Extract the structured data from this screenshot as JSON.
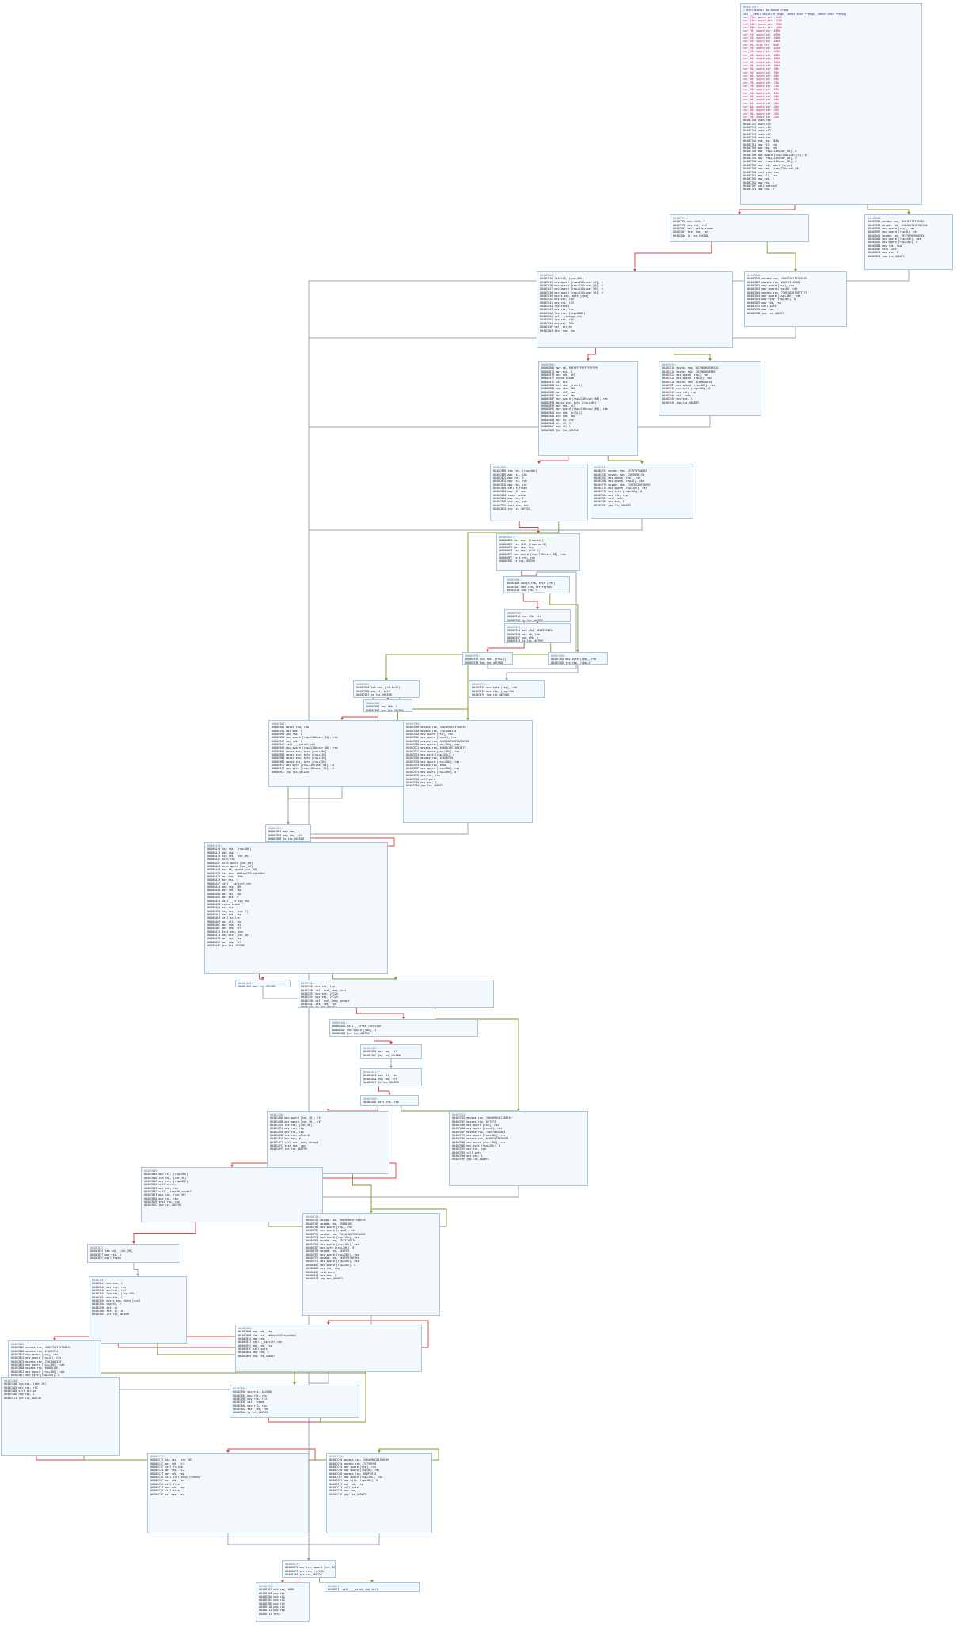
{
  "colors": {
    "true_edge": "#7a9a2a",
    "false_edge": "#d94040",
    "uncond_edge": "#9aa0b0",
    "block_bg": "#f3f8fc",
    "block_border": "#a9c6dd"
  },
  "nodes": [
    {
      "id": "n1",
      "lines": [
        "0040C7A0:",
        "; Attributes: bp-based frame",
        "int __cdecl main(int argc, const char **argv, const char **envp)",
        "var_118= qword ptr -118h",
        "var_110= qword ptr -110h",
        "var_108= qword ptr -108h",
        "var_100= qword ptr -100h",
        "var_F8= qword ptr -0F8h",
        "var_F0= qword ptr -0F0h",
        "var_E8= qword ptr -0E8h",
        "var_E0= qword ptr -0E0h",
        "var_D8= byte ptr -0D8h",
        "var_C8= qword ptr -0C8h",
        "var_C0= qword ptr -0C0h",
        "var_B8= qword ptr -0B8h",
        "var_B0= qword ptr -0B0h",
        "var_A8= qword ptr -0A8h",
        "var_A0= qword ptr -0A0h",
        "var_98= qword ptr -98h",
        "var_90= qword ptr -90h",
        "var_88= qword ptr -88h",
        "var_80= qword ptr -80h",
        "var_78= qword ptr -78h",
        "var_70= qword ptr -70h",
        "var_68= qword ptr -68h",
        "var_60= qword ptr -60h",
        "var_58= qword ptr -58h",
        "var_50= qword ptr -50h",
        "var_48= qword ptr -48h",
        "var_40= qword ptr -40h",
        "var_38= qword ptr -38h",
        "var_30= qword ptr -30h",
        "var_28= qword ptr -28h",
        "0040C7A0   push    rbp",
        "0040C7A1   push    r15",
        "0040C7A3   push    r14",
        "0040C7A5   push    r13",
        "0040C7A7   push    r12",
        "0040C7A9   push    rbx",
        "0040C7AA   sub     rsp, 0E8h",
        "0040C7B1   mov     r13, rdx",
        "0040C7B4   mov     ebp, edi",
        "0040C7B6   mov     [rsp+118h+var_D8], 0",
        "0040C7BB   mov     qword [rsp+118h+var_C0], 0",
        "0040C7C4   mov     [rsp+118h+var_B8], 0",
        "0040C7CD   mov     [rsp+118h+var_B0], 0",
        "0040C7D6   mov     rsi, qword [argv]",
        "0040C7DB   mov     eax, [rsp+118h+var_C8]",
        "0040C7E0   test    eax, eax",
        "0040C7E2   mov     r12, rsi",
        "0040C7E5   mov     edi, 1",
        "0040C7EA   mov     esi, 1",
        "0040C7EF   call    setvbuf",
        "0040C7F4   mov     edi, 0"
      ]
    },
    {
      "id": "n2",
      "lines": [
        "0040C7F9:",
        "0040C7F9   mov     r14d, 1",
        "0040C7FF   mov     rdi, r12",
        "0040C802   call    getUsername",
        "0040C807   test    rax, rax",
        "0040C80A   jz      loc_40CD86"
      ]
    },
    {
      "id": "n3",
      "lines": [
        "0040CD86:",
        "0040CD86   movabs  rax, 6567617373654D",
        "0040CD90   movabs  rdx, 5464657070707264",
        "0040CD9A   mov     qword [rsp], rax",
        "0040CD9E   mov     qword [rsp+8], rdx",
        "0040CDA3   movabs  rax, 6E776F6E6B6E55",
        "0040CDAD   mov     qword [rsp+10h], rax",
        "0040CDB2   mov     qword [rsp+18h], 0",
        "0040CDBB   mov     rdi, rsp",
        "0040CDBE   call    puts",
        "0040CDC3   mov     eax, 1",
        "0040CDC8   jmp     loc_40D6F2"
      ]
    },
    {
      "id": "n4",
      "lines": [
        "0040C810:",
        "0040C810   lea     r15, [rsp+40h]",
        "0040C815   mov     qword [rsp+118h+var_A8], 0",
        "0040C81E   mov     qword [rsp+118h+var_A0], 0",
        "0040C827   mov     qword [rsp+118h+var_98], 0",
        "0040C830   mov     qword [rsp+118h+var_90], 0",
        "0040C839   movzx   eax, byte [rax]",
        "0040C83C   mov     ecx, 10h",
        "0040C841   mov     rdi, r15",
        "0040C844   rep stosq",
        "0040C847   mov     rsi, rax",
        "0040C84A   lea     rdx, [rsp+0B8h]",
        "0040C852   call    __memcpy_chk",
        "0040C857   lea     rdi, r15",
        "0040C85A   mov     esi, 3Ah",
        "0040C85F   call    strchr",
        "0040C864   test    rax, rax"
      ]
    },
    {
      "id": "n5",
      "lines": [
        "0040CDCD:",
        "0040CDCD   movabs  rax, 2065726175716553",
        "0040CDD7   movabs  rdx, 6E6F69746365",
        "0040CDE1   mov     qword [rsp], rax",
        "0040CDE5   mov     qword [rsp+8], rdx",
        "0040CDEA   movabs  rax, 726F6620726F7272",
        "0040CDF4   mov     qword [rsp+10h], rax",
        "0040CDF9   mov     byte [rsp+18h], 0",
        "0040CDFE   mov     rdi, rsp",
        "0040CE01   call    puts",
        "0040CE06   mov     eax, 1",
        "0040CE0B   jmp     loc_40D6F2"
      ]
    },
    {
      "id": "n6",
      "lines": [
        "0040C86D:",
        "0040C86D   mov     r8, 0FFFFFFFFFFFFFFFFh",
        "0040C874   mov     ecx, 0",
        "0040C879   mov     rdi, r15",
        "0040C87C   repne scasb",
        "0040C87E   not     rcx",
        "0040C881   lea     rbx, [rcx-1]",
        "0040C885   cmp     rbx, 10h",
        "0040C889   mov     r15, rax",
        "0040C88C   mov     rsi, rbx",
        "0040C88F   mov     qword [rsp+118h+var_88], rax",
        "0040C894   movzx   eax, byte [rsp+40h]",
        "0040C899   mov     rdi, r15",
        "0040C89C   mov     qword [rsp+118h+var_80], rbx",
        "0040C8A1   lea     rdx, [r15+1]",
        "0040C8A5   sub     rdx, rax",
        "0040C8A8   mov     r9, rdx",
        "0040C8AB   shr     r9, 3",
        "0040C8AF   add     r9, 1",
        "0040C8B3   jbe     loc_40CE10"
      ]
    },
    {
      "id": "n7",
      "lines": [
        "0040CE10:",
        "0040CE10   movabs  rax, 6574656C65642D",
        "0040CE1A   movabs  rdx, 2D73656C6966",
        "0040CE24   mov     qword [rsp], rax",
        "0040CE28   mov     qword [rsp+8], rdx",
        "0040CE2D   movabs  rax, 6C69616620",
        "0040CE37   mov     qword [rsp+10h], rax",
        "0040CE3C   mov     byte [rsp+18h], 0",
        "0040CE41   mov     rdi, rsp",
        "0040CE44   call    puts",
        "0040CE49   mov     eax, 1",
        "0040CE4E   jmp     loc_40D6F2"
      ]
    },
    {
      "id": "n8",
      "lines": [
        "0040C8B9:",
        "0040C8B9   lea     rdx, [rsp+40h]",
        "0040C8BE   mov     rsi, 10h",
        "0040C8C5   mov     edi, 1",
        "0040C8CA   mov     rcx, rdx",
        "0040C8CD   mov     rbp, rsi",
        "0040C8D0   call    strncmp",
        "0040C8D5   mov     r8, rax",
        "0040C8D8   repne scasb",
        "0040C8DA   mov     edx, 1",
        "0040C8DF   sub     rax, rdx",
        "0040C8E2   test    eax, eax",
        "0040C8E4   jnz     loc_40CE53"
      ]
    },
    {
      "id": "n9",
      "lines": [
        "0040CE53:",
        "0040CE53   movabs  rax, 2E7974706D45",
        "0040CE5D   movabs  rdx, 7365676174",
        "0040CE67   mov     qword [rsp], rax",
        "0040CE6B   mov     qword [rsp+8], rdx",
        "0040CE70   movabs  rax, 726F6620676E69",
        "0040CE7A   mov     qword [rsp+10h], rax",
        "0040CE7F   mov     byte [rsp+18h], 0",
        "0040CE84   mov     rdi, rsp",
        "0040CE87   call    puts",
        "0040CE8C   mov     eax, 1",
        "0040CE91   jmp     loc_40D6F2"
      ]
    },
    {
      "id": "n10",
      "lines": [
        "0040C8EA:",
        "0040C8EA   mov     eax, [rsp+44h]",
        "0040C8EE   lea     r10, [rbp+rax-1]",
        "0040C8F3   mov     rbp, rsi",
        "0040C8F6   lea     rax, [r10-1]",
        "0040C8FA   mov     qword [rsp+118h+var_78], rax",
        "0040C8FF   test    rdx, rdx",
        "0040C902   jz      loc_40C994"
      ]
    },
    {
      "id": "n11",
      "lines": [
        "0040C908:",
        "0040C908   movzx   r9d, byte [rdx]",
        "0040C90C   add     r9d, 0FFFFFFD0h",
        "0040C910   cmp     r9b, 9",
        "0040C914   jbe     loc_40C96A"
      ]
    },
    {
      "id": "n12",
      "lines": [
        "0040C91A:",
        "0040C91A   cmp     r9b, 11h",
        "0040C91E   jb      loc_40C959"
      ]
    },
    {
      "id": "n13",
      "lines": [
        "0040C924:",
        "0040C924   add     r9d, 0FFFFFFBFh",
        "0040C928   mov     r8, 10h",
        "0040C92F   cmp     r9b, 5",
        "0040C933   ja      loc_40C959"
      ]
    },
    {
      "id": "n14",
      "lines": [
        "0040C939:",
        "0040C939   lea     rdx, [rdx+1]",
        "0040C93D   jmp     loc_40C908"
      ]
    },
    {
      "id": "n15",
      "lines": [
        "0040C96A:",
        "0040C96A   mov     byte [rbp], r9b",
        "0040C96E   lea     rbp, [rbp+1]"
      ]
    },
    {
      "id": "n16",
      "lines": [
        "0040C959:",
        "0040C959   lea     eax, [r9-0x30]",
        "0040C95D   cmp     al, 0x16",
        "0040C961   ja      loc_40CE96"
      ]
    },
    {
      "id": "n17",
      "lines": [
        "0040C975:",
        "0040C975   mov     byte [rbp], r9b",
        "0040C979   mov     rbp, [rsp+20h]",
        "0040C97E   jmp     loc_40C908"
      ]
    },
    {
      "id": "n18",
      "lines": [
        "0040C983:",
        "0040C983   cmp     r8b, 1",
        "0040C987   jne     loc_40C994"
      ]
    },
    {
      "id": "n19",
      "lines": [
        "0040C98D:",
        "0040C98D   movzx   r8d, r8b",
        "0040C991   mov     edx, 1",
        "0040C996   add     rax, 1",
        "0040C99A   mov     qword [rsp+118h+var_70], rax",
        "0040C99F   mov     rdi, 1",
        "0040C9A4   call    __sprintf_chk",
        "0040C9A9   mov     qword [rsp+118h+var_68], rax",
        "0040C9AE   movzx   eax, byte [rsp+40h]",
        "0040C9B3   movzx   ecx, byte [rsp+41h]",
        "0040C9B8   movzx   edx, byte [rsp+42h]",
        "0040C9BD   movzx   esi, byte [rsp+43h]",
        "0040C9C2   mov     byte [rsp+118h+var_60], al",
        "0040C9C7   mov     byte [rsp+118h+var_58], cl",
        "0040C9CC   jmp     loc_40CA10"
      ]
    },
    {
      "id": "n20",
      "lines": [
        "0040CE96:",
        "0040CE96   movabs  rax, 2064696C61766E49",
        "0040CEA0   movabs  rdx, 7261686320",
        "0040CEAA   mov     qword [rsp], rax",
        "0040CEAE   mov     qword [rsp+8], rdx",
        "0040CEB3   movabs  rax, 6E6920726574636120",
        "0040CEBD   mov     qword [rsp+10h], rax",
        "0040CEC2   movabs  rax, 656D616E72657375",
        "0040CECC   mov     qword [rsp+18h], rax",
        "0040CED1   mov     byte [rsp+20h], 0",
        "0040CED6   movabs  rax, 6C6C6F43",
        "0040CEE0   mov     qword [rsp+28h], rax",
        "0040CEE5   movabs  rax, 656D",
        "0040CEEF   mov     qword [rsp+30h], rax",
        "0040CEF4   mov     qword [rsp+38h], 0",
        "0040CEFD   mov     rdi, rsp",
        "0040CF00   call    puts",
        "0040CF05   mov     eax, 1",
        "0040CF0A   jmp     loc_40D6F2"
      ]
    },
    {
      "id": "n21",
      "lines": [
        "0040C9D1:",
        "0040C9D1   add     rbx, 1",
        "0040C9D5   cmp     rbx, r10",
        "0040C9D8   jb      loc_40C908"
      ]
    },
    {
      "id": "n22",
      "lines": [
        "0040CA10:",
        "0040CA10   lea     rdi, [rsp+40h]",
        "0040CA15   add     rbp, 1",
        "0040CA19   lea     rsi, [var_68]",
        "0040CA1E   push    rdx",
        "0040CA1F   push    qword [var_60]",
        "0040CA24   push    qword [var_58]",
        "0040CA29   mov     r9, qword [var_70]",
        "0040CA2E   lea     rcx, aHttpsSVSLoginHtml",
        "0040CA35   mov     edx, 100h",
        "0040CA3A   mov     esi, 1",
        "0040CA3F   call    __sprintf_chk",
        "0040CA44   add     rsp, 20h",
        "0040CA48   mov     rdi, rbp",
        "0040CA4B   mov     rsi, rax",
        "0040CA4E   mov     ecx, 0",
        "0040CA53   call    __strcpy_chk",
        "0040CA58   repne scasb",
        "0040CA5A   not     rcx",
        "0040CA5D   lea     rsi, [rcx-1]",
        "0040CA61   mov     rdi, rbp",
        "0040CA64   call    strlen",
        "0040CA69   mov     r12, rax",
        "0040CA6C   mov     rdx, rsi",
        "0040CA6F   mov     rax, r15",
        "0040CA72   test    eax, eax",
        "0040CA74   mov     ecx, [var_40]",
        "0040CA79   mov     rax, rbp",
        "0040CA7C   mov     rbp, r13",
        "0040CA7F   jne     loc_40CF0F"
      ]
    },
    {
      "id": "n23",
      "lines": [
        "0040CA85:",
        "0040CA85   jmp     loc_40CA80"
      ]
    },
    {
      "id": "n24",
      "lines": [
        "0040CA8A:",
        "0040CA8A   mov     rdi, rbp",
        "0040CA8D   call    curl_easy_init",
        "0040CA92   mov     edx, 2712h",
        "0040CA97   mov     esi, 2712h",
        "0040CA9C   call    curl_easy_setopt",
        "0040CAA1   test    rax, rax",
        "0040CAA4   jz      loc_40CF52"
      ]
    },
    {
      "id": "n25",
      "lines": [
        "0040CAAA:",
        "0040CAAA   call    __errno_location",
        "0040CAAF   cmp     dword [rax], 1",
        "0040CAB3   jne     loc_40CF52"
      ]
    },
    {
      "id": "n26",
      "lines": [
        "0040CAB9:",
        "0040CAB9   mov     rax, r14",
        "0040CABC   jmp     loc_40CAB0"
      ]
    },
    {
      "id": "n27",
      "lines": [
        "0040CAC1:",
        "0040CAC1   add     r15, rbx",
        "0040CAC4   cmp     rax, r15",
        "0040CAC7   jb      loc_40CB30"
      ]
    },
    {
      "id": "n28",
      "lines": [
        "0040CACD:",
        "0040CACD   test    rdx, rdx",
        "0040CAD0   js      loc_40CF95"
      ]
    },
    {
      "id": "n29",
      "lines": [
        "0040CAD6:",
        "0040CAD6   mov     qword [var_48], r14",
        "0040CADB   mov     qword [var_40], r15",
        "0040CAE0   lea     rdx, [var_50]",
        "0040CAE5   mov     rsi, rbp",
        "0040CAE8   mov     rdi, rbx",
        "0040CAEB   lea     rcx, aFieldS",
        "0040CAF2   mov     edx, 0",
        "0040CAF7   call    curl_easy_setopt",
        "0040CAFC   test    rax, rax",
        "0040CAFF   jne     loc_40CF95"
      ]
    },
    {
      "id": "n30",
      "lines": [
        "0040CF52:",
        "0040CF52   movabs  rax, 2064696C61766E49",
        "0040CF5C   movabs  rdx, 6E7572",
        "0040CF66   mov     qword [rsp], rax",
        "0040CF6A   mov     qword [rsp+8], rdx",
        "0040CF6F   movabs  rax, 746978652064",
        "0040CF79   mov     qword [rsp+10h], rax",
        "0040CF7E   movabs  rax, 6F6E2073656F64",
        "0040CF88   mov     qword [rsp+18h], rax",
        "0040CF8D   mov     byte [rsp+20h], 0",
        "0040CF92   mov     rdi, rsp",
        "0040CF95   call    puts",
        "0040CF9A   mov     eax, 1",
        "0040CF9F   jmp     loc_40D6F2"
      ]
    },
    {
      "id": "n31",
      "lines": [
        "0040CB05:",
        "0040CB05   mov     rsi, [rsp+40h]",
        "0040CB0A   lea     rdi, [var_38]",
        "0040CB0F   mov     rdx, [rsp+48h]",
        "0040CB14   call    strstr",
        "0040CB19   mov     rdi, rax",
        "0040CB1C   call    __isoc99_sscanf",
        "0040CB21   mov     rdx, [var_30]",
        "0040CB26   mov     rdi, rbp",
        "0040CB29   test    rax, rax",
        "0040CB2C   jne     loc_40CFA4"
      ]
    },
    {
      "id": "n32",
      "lines": [
        "0040CFA4:",
        "0040CFA4   movabs  rax, 2064696C61766E49",
        "0040CFAE   movabs  rdx, 656D616E",
        "0040CFB8   mov     qword [rsp], rax",
        "0040CFBC   mov     qword [rsp+8], rdx",
        "0040CFC1   movabs  rax, 2074616D726F6620",
        "0040CFCB   mov     qword [rsp+10h], rax",
        "0040CFD0   movabs  rax, 6573726170",
        "0040CFDA   mov     qword [rsp+18h], rax",
        "0040CFDF   mov     byte [rsp+20h], 0",
        "0040CFE4   movabs  rax, 6E6F63",
        "0040CFEE   mov     qword [rsp+28h], rax",
        "0040CFF3   movabs  rax, 6E6F69746365",
        "0040CFFD   mov     qword [rsp+30h], rax",
        "0040D002   mov     qword [rsp+38h], 0",
        "0040D00B   mov     rdi, rsp",
        "0040D00E   call    puts",
        "0040D013   mov     eax, 1",
        "0040D018   jmp     loc_40D6F2"
      ]
    },
    {
      "id": "n33",
      "lines": [
        "0040CB32:",
        "0040CB32   lea     rdi, [var_28]",
        "0040CB37   mov     esi, 0",
        "0040CB3C   call    fopen"
      ]
    },
    {
      "id": "n34",
      "lines": [
        "0040CB41:",
        "0040CB41   mov     eax, 1",
        "0040CB46   mov     rdx, rax",
        "0040CB49   mov     rsi, r14",
        "0040CB4C   lea     rdi, [rsp+40h]",
        "0040CB51   mov     ecx, 1",
        "0040CB56   movzx   edx, byte [rcx]",
        "0040CB5A   cmp     dl, 2",
        "0040CB5D   setz    al",
        "0040CB60   test    al, al",
        "0040CB62   jnz     loc_40CB90"
      ]
    },
    {
      "id": "n35",
      "lines": [
        "0040CB68:",
        "0040CB68   mov     rdi, rbp",
        "0040CB6B   lea     rsi, aHttpsSVSLoginHtml",
        "0040CB72   mov     edx, 1",
        "0040CB77   call    __sprintf_chk",
        "0040CB7C   mov     rdi, rsp",
        "0040CB7F   call    puts",
        "0040CB84   mov     eax, 1",
        "0040CB89   jmp     loc_40D6F2"
      ]
    },
    {
      "id": "n36",
      "lines": [
        "0040CB90:",
        "0040CB90   mov     esi, 0x2000",
        "0040CB95   mov     rdi, rbx",
        "0040CB98   mov     rdx, r14",
        "0040CB9B   call    fread",
        "0040CBA0   mov     r12, rax",
        "0040CBA3   test    rax, rax",
        "0040CBA6   jz      loc_40CBC0"
      ]
    },
    {
      "id": "n37",
      "lines": [
        "0040CBAC:",
        "0040CBAC   movabs  rax, 2065726175716553",
        "0040CBB6   movabs  rdx, 6E6F6974",
        "0040CBC0   mov     qword [rsp], rax",
        "0040CBC4   mov     qword [rsp+8], rdx",
        "0040CBC9   movabs  rax, 7261686320",
        "0040CBD3   mov     qword [rsp+10h], rax",
        "0040CBD8   movabs  rax, 656D616E",
        "0040CBE2   mov     qword [rsp+18h], rax",
        "0040CBE7   mov     byte [rsp+20h], 0",
        "0040CBEC   mov     rdi, rsp",
        "0040CBEF   call    puts",
        "0040CBF4   mov     eax, 1",
        "0040CBF9   jmp     loc_40D6F2"
      ]
    },
    {
      "id": "n38",
      "lines": [
        "0040CC00:",
        "0040CC00   lea     rdi, [var_20]",
        "0040CC05   mov     rsi, r12",
        "0040CC08   call    strlen",
        "0040CC0D   cmp     rax, 1",
        "0040CC11   jne     loc_40CC40"
      ]
    },
    {
      "id": "n39",
      "lines": [
        "0040CC17:",
        "0040CC17   lea     rsi, [var_18]",
        "0040CC1C   mov     rdi, r14",
        "0040CC1F   call    fclose",
        "0040CC24   mov     rax, r12",
        "0040CC27   mov     rdi, rbp",
        "0040CC2A   call    curl_easy_cleanup",
        "0040CC2F   mov     rdi, rbx",
        "0040CC32   call    free",
        "0040CC37   mov     rdi, rbp",
        "0040CC3A   call    free",
        "0040CC3F   xor     eax, eax"
      ]
    },
    {
      "id": "n40",
      "lines": [
        "0040CC40:",
        "0040CC40   movabs  rax, 2064696C61766E49",
        "0040CC4A   movabs  rdx, 74736F68",
        "0040CC54   mov     qword [rsp], rax",
        "0040CC58   mov     qword [rsp+8], rdx",
        "0040CC5D   movabs  rax, 6E6F6974",
        "0040CC67   mov     qword [rsp+10h], rax",
        "0040CC6C   mov     byte [rsp+18h], 0",
        "0040CC71   mov     rdi, rsp",
        "0040CC74   call    puts",
        "0040CC79   mov     eax, 1",
        "0040CC7E   jmp     loc_40D6F2"
      ]
    },
    {
      "id": "n41",
      "lines": [
        "0040D6F2:",
        "0040D6F2   mov     rcx, qword [var_38]",
        "0040D6F7   xor     rcx, fs:28h",
        "0040D700   jnz     loc_40D717"
      ]
    },
    {
      "id": "n42",
      "lines": [
        "0040D702:",
        "0040D702   add     rsp, 0E8h",
        "0040D709   pop     rbx",
        "0040D70A   pop     r12",
        "0040D70C   pop     r13",
        "0040D70E   pop     r14",
        "0040D710   pop     r15",
        "0040D712   pop     rbp",
        "0040D713   retn"
      ]
    },
    {
      "id": "n43",
      "lines": [
        "0040D717:",
        "0040D717   call    ___stack_chk_fail"
      ]
    }
  ]
}
